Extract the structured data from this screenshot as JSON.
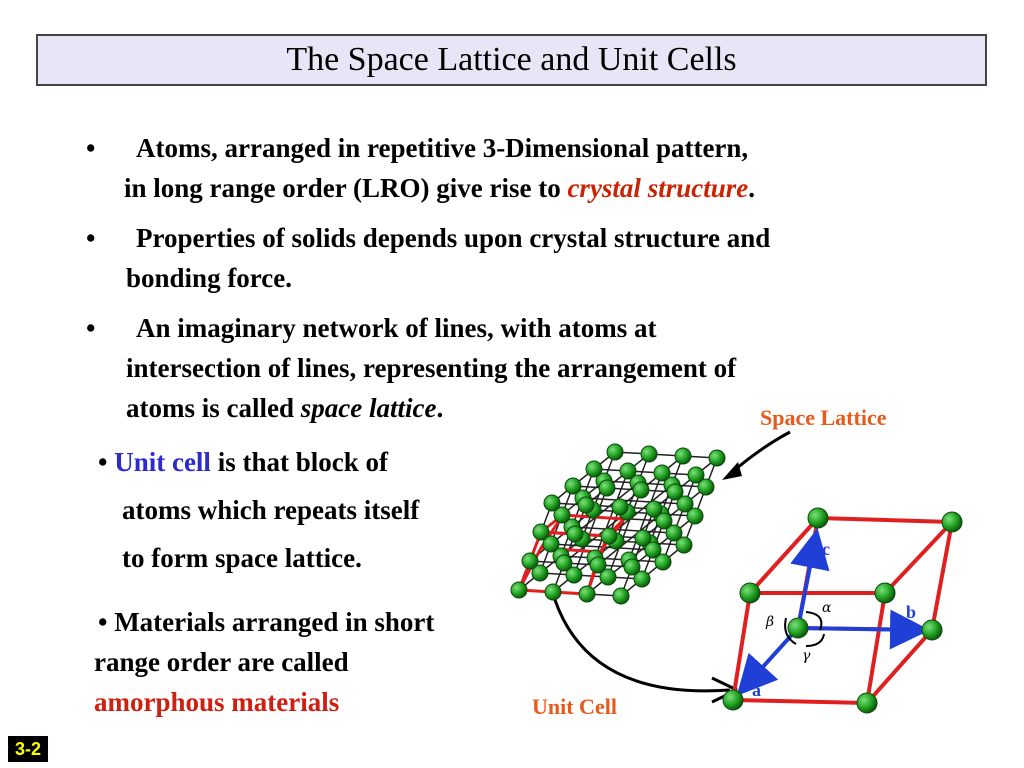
{
  "title": "The Space Lattice and Unit Cells",
  "bullets": [
    {
      "marker": "•",
      "line1": "Atoms, arranged in repetitive 3-Dimensional pattern,",
      "line2_pre": "in long range order (LRO) give rise to ",
      "line2_em": "crystal structure",
      "line2_post": "."
    },
    {
      "marker": "•",
      "line1": "Properties of solids depends upon crystal structure and",
      "line2": "bonding force."
    },
    {
      "marker": "•",
      "line1": "An imaginary network of lines, with atoms at",
      "line2": "intersection of lines, representing the arrangement of",
      "line3_pre": "atoms is called ",
      "line3_em": "space lattice",
      "line3_post": "."
    }
  ],
  "unit_cell_bullet": {
    "marker": "•",
    "term": "Unit cell",
    "line1_rest": " is that block of",
    "line2": "atoms which repeats itself",
    "line3": "to form space lattice."
  },
  "amorphous_bullet": {
    "marker": "•",
    "line1": "Materials arranged in short",
    "line2": "range order are called",
    "term": "amorphous materials"
  },
  "figure": {
    "space_lattice_label": "Space Lattice",
    "unit_cell_label": "Unit Cell",
    "axis_a": "a",
    "axis_b": "b",
    "axis_c": "c",
    "angle_alpha": "α",
    "angle_beta": "β",
    "angle_gamma": "γ"
  },
  "page_number": "3-2",
  "colors": {
    "title_bg": "#e6e6f7",
    "emphasis_red": "#cc2200",
    "term_blue": "#2b2bd0",
    "label_orange": "#e65a1a",
    "atom_green": "#22a322",
    "cell_red": "#e02020",
    "axis_blue": "#1f3fd6"
  }
}
